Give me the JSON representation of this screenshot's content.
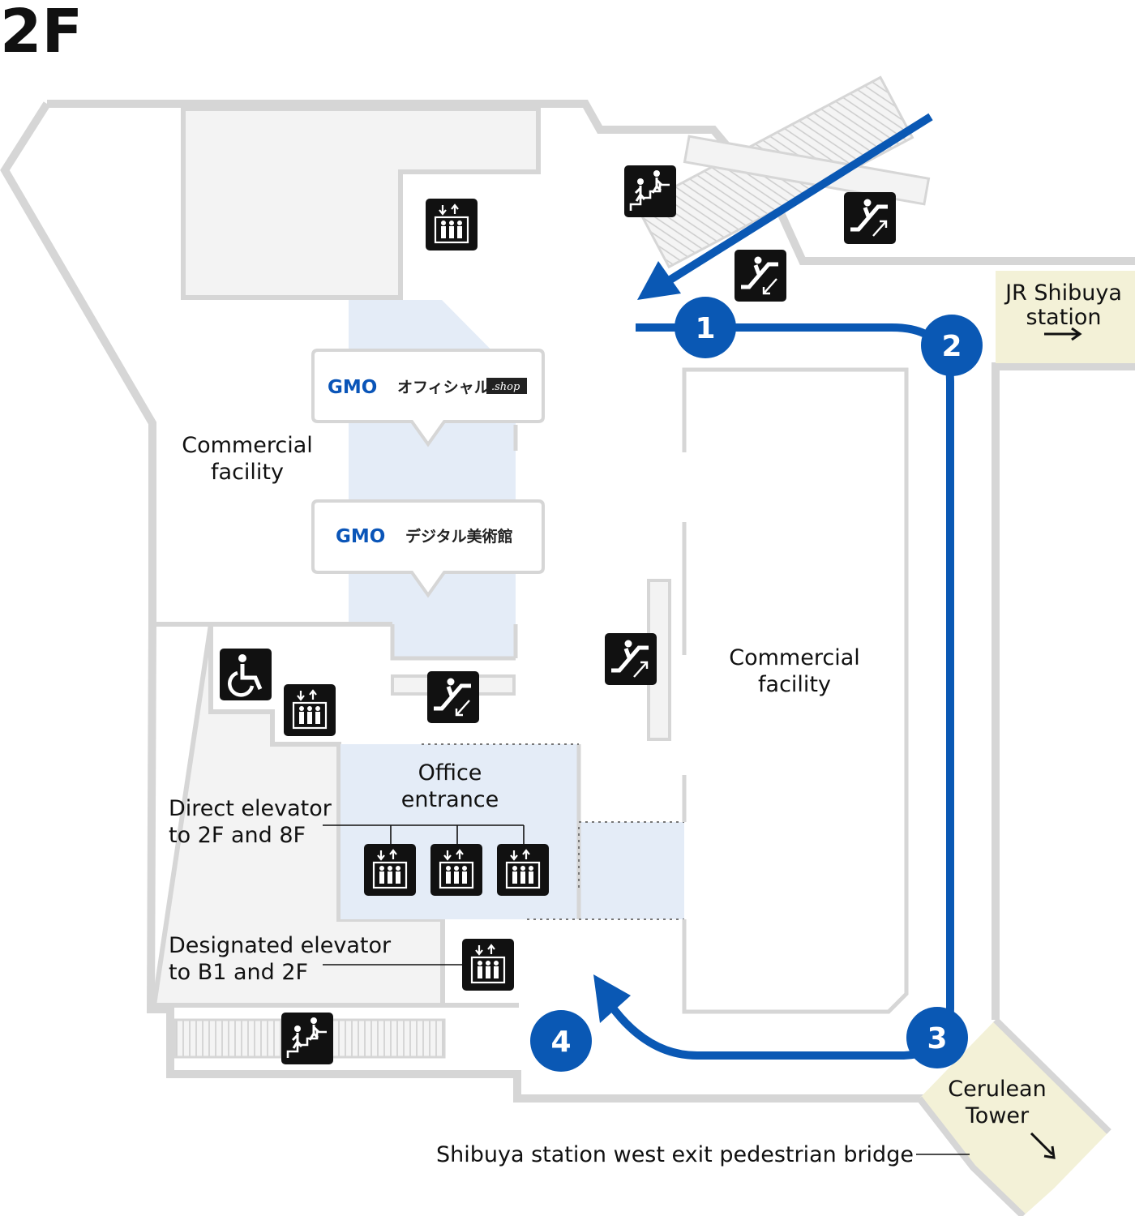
{
  "floor": "2F",
  "labels": {
    "commercial_left": [
      "Commercial",
      "facility"
    ],
    "commercial_right": [
      "Commercial",
      "facility"
    ],
    "office_entrance": [
      "Office",
      "entrance"
    ],
    "direct_elevator": [
      "Direct elevator",
      "to 2F and 8F"
    ],
    "designated_elevator": [
      "Designated elevator",
      "to B1 and 2F"
    ],
    "jr_station": [
      "JR Shibuya",
      "station"
    ],
    "cerulean": [
      "Cerulean",
      "Tower"
    ],
    "bridge": "Shibuya station west exit pedestrian bridge"
  },
  "signs": {
    "gmo_brand": "GMO",
    "shop_name": "オフィシャル",
    "shop_badge": ".shop",
    "museum_name": "デジタル美術館"
  },
  "route_steps": [
    "1",
    "2",
    "3",
    "4"
  ],
  "icons": [
    "elevator-icon",
    "stairs-icon",
    "escalator-icon",
    "wheelchair-icon"
  ],
  "colors": {
    "route": "#0a58b4",
    "wall": "#d6d6d6",
    "room_fill": "#f3f3f3",
    "highlight_fill": "#e4ecf7",
    "station_fill": "#f3f1d7",
    "icon_bg": "#111111"
  }
}
